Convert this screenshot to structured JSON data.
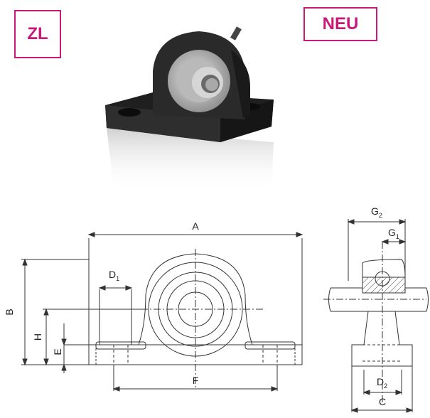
{
  "badges": {
    "series": "ZL",
    "new": "NEU"
  },
  "dimension_labels": {
    "A": "A",
    "B": "B",
    "H": "H",
    "E": "E",
    "F": "F",
    "C": "C",
    "D1_main": "D",
    "D1_sub": "1",
    "D2_main": "D",
    "D2_sub": "2",
    "G1_main": "G",
    "G1_sub": "1",
    "G2_main": "G",
    "G2_sub": "2"
  },
  "colors": {
    "accent": "#c8197a",
    "housing": "#2b2b2b",
    "line": "#333333"
  }
}
